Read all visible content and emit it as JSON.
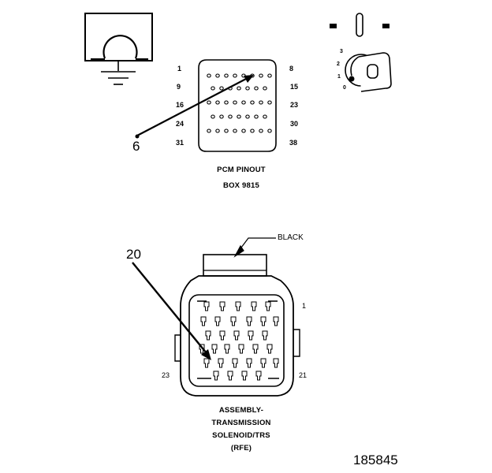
{
  "figure_number": "185845",
  "pcm": {
    "caption_line1": "PCM PINOUT",
    "caption_line2": "BOX 9815",
    "pin_labels": {
      "r1_left": "1",
      "r1_right": "8",
      "r2_left": "9",
      "r2_right": "15",
      "r3_left": "16",
      "r3_right": "23",
      "r4_left": "24",
      "r4_right": "30",
      "r5_left": "31",
      "r5_right": "38"
    },
    "callout": "6"
  },
  "ignition": {
    "positions": [
      "3",
      "2",
      "1",
      "0"
    ]
  },
  "connector": {
    "color_label": "BLACK",
    "pin_left": "23",
    "pin_right": "21",
    "pin_top_right": "1",
    "callout": "20",
    "caption_lines": [
      "ASSEMBLY-",
      "TRANSMISSION",
      "SOLENOID/TRS",
      "(RFE)"
    ]
  },
  "icons": [
    "ground-symbol-icon",
    "ignition-key-icon",
    "pcm-connector-icon",
    "transmission-connector-icon"
  ]
}
